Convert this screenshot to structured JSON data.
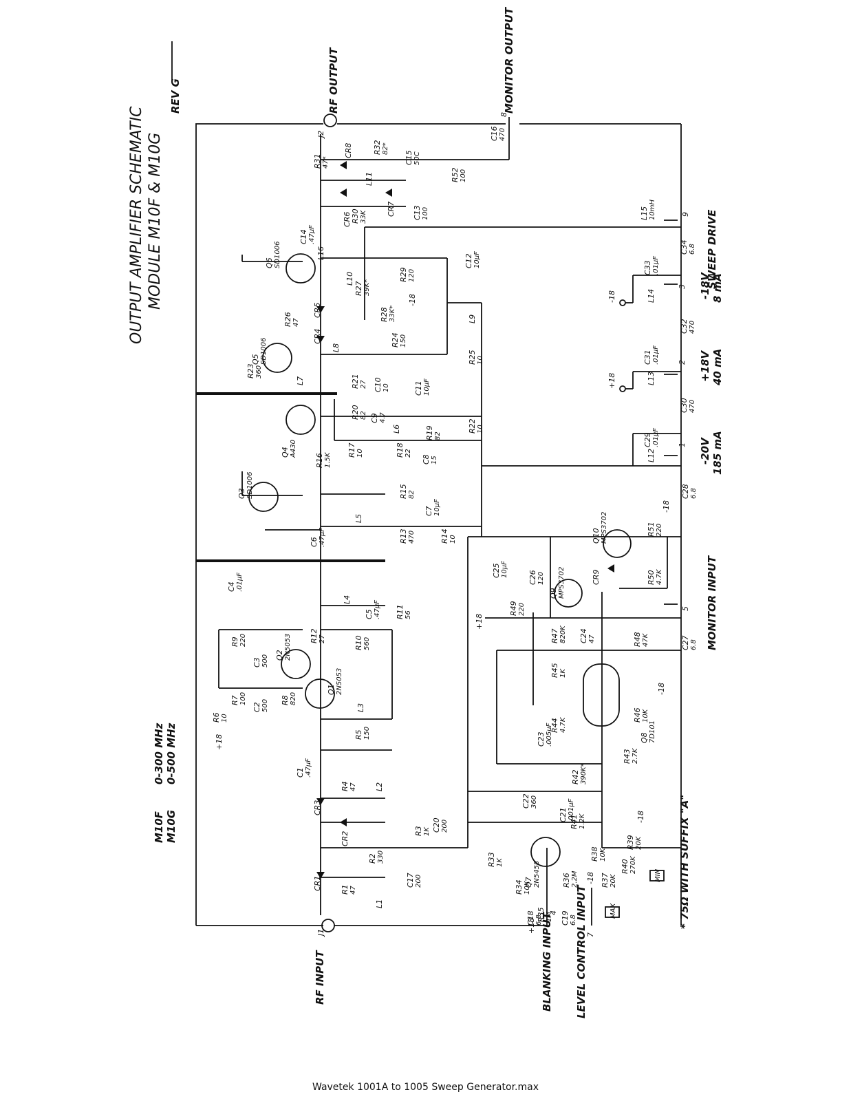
{
  "title": "OUTPUT AMPLIFIER SCHEMATIC",
  "subtitle": "MODULE M10F & M10G",
  "revision": "REV G",
  "models": [
    {
      "model": "M10F",
      "range": "0-300 MHz"
    },
    {
      "model": "M10G",
      "range": "0-500 MHz"
    }
  ],
  "ports": {
    "rf_input": "RF INPUT",
    "rf_output": "RF OUTPUT",
    "monitor_output": "MONITOR OUTPUT",
    "monitor_input": "MONITOR INPUT",
    "blanking_input": "BLANKING INPUT",
    "level_control_input": "LEVEL CONTROL INPUT",
    "sweep_drive": "SWEEP DRIVE"
  },
  "pins": [
    "1",
    "2",
    "3",
    "4",
    "5",
    "7",
    "8",
    "9"
  ],
  "supplies": [
    {
      "voltage": "-20V",
      "current": "185 mA"
    },
    {
      "voltage": "+18V",
      "current": "40 mA"
    },
    {
      "voltage": "-18V",
      "current": "8 mA"
    }
  ],
  "rails": [
    "+18",
    "-18"
  ],
  "footnote": "* 75Ω WITH SUFFIX \"A\"",
  "controls": [
    "MIN",
    "MAX"
  ],
  "components": {
    "resistors": [
      {
        "ref": "R1",
        "value": "47"
      },
      {
        "ref": "R2",
        "value": "330"
      },
      {
        "ref": "R3",
        "value": "1K"
      },
      {
        "ref": "R4",
        "value": "47"
      },
      {
        "ref": "R5",
        "value": "150"
      },
      {
        "ref": "R6",
        "value": "10"
      },
      {
        "ref": "R7",
        "value": "100"
      },
      {
        "ref": "R8",
        "value": "820"
      },
      {
        "ref": "R9",
        "value": "220"
      },
      {
        "ref": "R10",
        "value": "560"
      },
      {
        "ref": "R11",
        "value": "56"
      },
      {
        "ref": "R12",
        "value": "27"
      },
      {
        "ref": "R13",
        "value": "470"
      },
      {
        "ref": "R14",
        "value": "10"
      },
      {
        "ref": "R15",
        "value": "82"
      },
      {
        "ref": "R16",
        "value": "1.5K"
      },
      {
        "ref": "R17",
        "value": "10"
      },
      {
        "ref": "R18",
        "value": "22"
      },
      {
        "ref": "R19",
        "value": "82"
      },
      {
        "ref": "R20",
        "value": "82"
      },
      {
        "ref": "R21",
        "value": "27"
      },
      {
        "ref": "R22",
        "value": "10"
      },
      {
        "ref": "R23",
        "value": "360"
      },
      {
        "ref": "R24",
        "value": "150"
      },
      {
        "ref": "R25",
        "value": "10"
      },
      {
        "ref": "R26",
        "value": "47"
      },
      {
        "ref": "R27",
        "value": "39K*"
      },
      {
        "ref": "R28",
        "value": "33K*"
      },
      {
        "ref": "R29",
        "value": "120"
      },
      {
        "ref": "R30",
        "value": "33K"
      },
      {
        "ref": "R31",
        "value": "47*"
      },
      {
        "ref": "R32",
        "value": "82*"
      },
      {
        "ref": "R33",
        "value": "1K"
      },
      {
        "ref": "R34",
        "value": "10K"
      },
      {
        "ref": "R35",
        "value": "1M"
      },
      {
        "ref": "R36",
        "value": "2.2M"
      },
      {
        "ref": "R37",
        "value": "20K"
      },
      {
        "ref": "R38",
        "value": "10K"
      },
      {
        "ref": "R39",
        "value": "20K"
      },
      {
        "ref": "R40",
        "value": "270K"
      },
      {
        "ref": "R41",
        "value": "1.2K"
      },
      {
        "ref": "R42",
        "value": "390K*"
      },
      {
        "ref": "R43",
        "value": "2.7K"
      },
      {
        "ref": "R44",
        "value": "4.7K"
      },
      {
        "ref": "R45",
        "value": "1K"
      },
      {
        "ref": "R46",
        "value": "10K"
      },
      {
        "ref": "R47",
        "value": "820K"
      },
      {
        "ref": "R48",
        "value": "47K"
      },
      {
        "ref": "R49",
        "value": "220"
      },
      {
        "ref": "R50",
        "value": "4.7K"
      },
      {
        "ref": "R51",
        "value": "220"
      },
      {
        "ref": "R52",
        "value": "100"
      }
    ],
    "capacitors": [
      {
        "ref": "C1",
        "value": ".47µF"
      },
      {
        "ref": "C2",
        "value": "500"
      },
      {
        "ref": "C3",
        "value": "500"
      },
      {
        "ref": "C4",
        "value": ".01µF"
      },
      {
        "ref": "C5",
        "value": ".47µF"
      },
      {
        "ref": "C6",
        "value": ".47µF"
      },
      {
        "ref": "C7",
        "value": "10µF"
      },
      {
        "ref": "C8",
        "value": "15"
      },
      {
        "ref": "C9",
        "value": "4.7"
      },
      {
        "ref": "C10",
        "value": "10"
      },
      {
        "ref": "C11",
        "value": "10µF"
      },
      {
        "ref": "C12",
        "value": "10µF"
      },
      {
        "ref": "C13",
        "value": "100"
      },
      {
        "ref": "C14",
        "value": ".47µF"
      },
      {
        "ref": "C15",
        "value": "50C"
      },
      {
        "ref": "C16",
        "value": "470"
      },
      {
        "ref": "C17",
        "value": "200"
      },
      {
        "ref": "C18",
        "value": "6.8"
      },
      {
        "ref": "C19",
        "value": "6.8"
      },
      {
        "ref": "C20",
        "value": "200"
      },
      {
        "ref": "C21",
        "value": ".001µF"
      },
      {
        "ref": "C22",
        "value": "360"
      },
      {
        "ref": "C23",
        "value": ".005µF"
      },
      {
        "ref": "C24",
        "value": "47"
      },
      {
        "ref": "C25",
        "value": "10µF"
      },
      {
        "ref": "C26",
        "value": "120"
      },
      {
        "ref": "C27",
        "value": "6.8"
      },
      {
        "ref": "C28",
        "value": "6.8"
      },
      {
        "ref": "C29",
        "value": ".01µF"
      },
      {
        "ref": "C30",
        "value": "470"
      },
      {
        "ref": "C31",
        "value": ".01µF"
      },
      {
        "ref": "C32",
        "value": "470"
      },
      {
        "ref": "C33",
        "value": ".01µF"
      },
      {
        "ref": "C34",
        "value": "6.8"
      }
    ],
    "transistors": [
      {
        "ref": "Q1",
        "part": "2N5053"
      },
      {
        "ref": "Q2",
        "part": "2N5053"
      },
      {
        "ref": "Q3",
        "part": "SD1006"
      },
      {
        "ref": "Q4",
        "part": "A430"
      },
      {
        "ref": "Q5",
        "part": "SD1006"
      },
      {
        "ref": "Q6",
        "part": "SD1006"
      },
      {
        "ref": "Q7",
        "part": "2N5458"
      },
      {
        "ref": "Q8",
        "part": "7D101"
      },
      {
        "ref": "Q9",
        "part": "MPS3702"
      },
      {
        "ref": "Q10",
        "part": "MPS3702"
      }
    ],
    "diodes": [
      "CR1",
      "CR2",
      "CR3",
      "CR4",
      "CR5",
      "CR6",
      "CR7",
      "CR8",
      "CR9"
    ],
    "inductors": [
      {
        "ref": "L1"
      },
      {
        "ref": "L2"
      },
      {
        "ref": "L3"
      },
      {
        "ref": "L4"
      },
      {
        "ref": "L5"
      },
      {
        "ref": "L6"
      },
      {
        "ref": "L7"
      },
      {
        "ref": "L8"
      },
      {
        "ref": "L9"
      },
      {
        "ref": "L10"
      },
      {
        "ref": "L11"
      },
      {
        "ref": "L12"
      },
      {
        "ref": "L13"
      },
      {
        "ref": "L14"
      },
      {
        "ref": "L15",
        "value": "10mH"
      },
      {
        "ref": "L16"
      }
    ],
    "connectors": [
      "J1",
      "J2"
    ]
  },
  "footer": "Wavetek 1001A to 1005 Sweep Generator.max"
}
